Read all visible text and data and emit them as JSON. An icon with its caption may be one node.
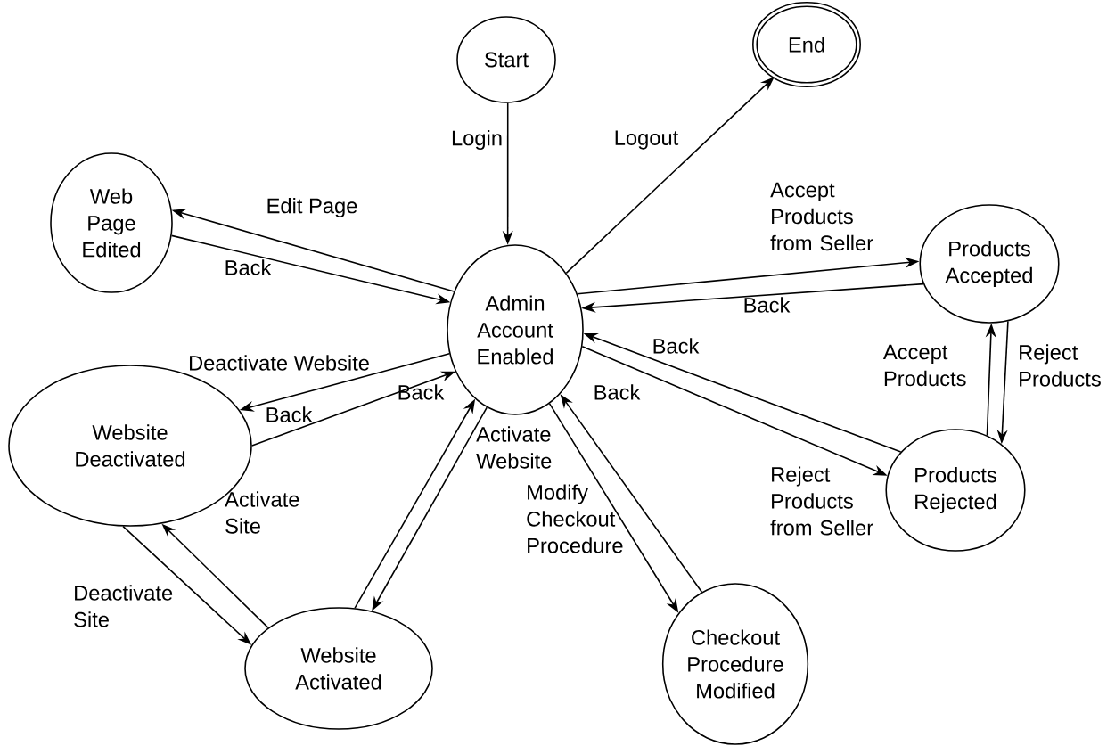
{
  "diagram": {
    "nodes": [
      {
        "text": [
          "Start"
        ]
      },
      {
        "text": [
          "End"
        ]
      },
      {
        "text": [
          "Web Page Edited"
        ]
      },
      {
        "text": [
          "Admin Account Enabled"
        ]
      },
      {
        "text": [
          "Products Accepted"
        ]
      },
      {
        "text": [
          "Website Deactivated"
        ]
      },
      {
        "text": [
          "Products Rejected"
        ]
      },
      {
        "text": [
          "Website Activated"
        ]
      },
      {
        "text": [
          "Checkout Procedure Modified"
        ]
      }
    ],
    "edges": [
      {
        "from": 0,
        "to": 3,
        "arrow": "to",
        "label": "Login"
      },
      {
        "from": 3,
        "to": 1,
        "arrow": "to",
        "label": "Logout"
      },
      {
        "from": 3,
        "to": 2,
        "arrow": "to",
        "label": "Edit Page"
      },
      {
        "from": 2,
        "to": 3,
        "arrow": "to",
        "label": "Back"
      },
      {
        "from": 3,
        "to": 4,
        "arrow": "to",
        "label": "Accept Products from Seller"
      },
      {
        "from": 4,
        "to": 3,
        "arrow": "to",
        "label": "Back"
      },
      {
        "from": 4,
        "to": 6,
        "arrow": "to",
        "label": "Reject Products"
      },
      {
        "from": 6,
        "to": 4,
        "arrow": "to",
        "label": "Accept Products"
      },
      {
        "from": 6,
        "to": 3,
        "arrow": "to",
        "label": "Back"
      },
      {
        "from": 3,
        "to": 6,
        "arrow": "to",
        "label": "Reject Products from Seller"
      },
      {
        "from": 3,
        "to": 5,
        "arrow": "to",
        "label": "Deactivate Website"
      },
      {
        "from": 5,
        "to": 3,
        "arrow": "to",
        "label": "Back"
      },
      {
        "from": 7,
        "to": 3,
        "arrow": "to",
        "label": "Back"
      },
      {
        "from": 3,
        "to": 7,
        "arrow": "to",
        "label": "Activate Website"
      },
      {
        "from": 3,
        "to": 8,
        "arrow": "to",
        "label": "Modify Checkout Procedure"
      },
      {
        "from": 8,
        "to": 3,
        "arrow": "to",
        "label": "Back"
      },
      {
        "from": 7,
        "to": 5,
        "arrow": "to",
        "label": "Activate Site"
      },
      {
        "from": 5,
        "to": 7,
        "arrow": "to",
        "label": "Deactivate Site"
      }
    ]
  }
}
